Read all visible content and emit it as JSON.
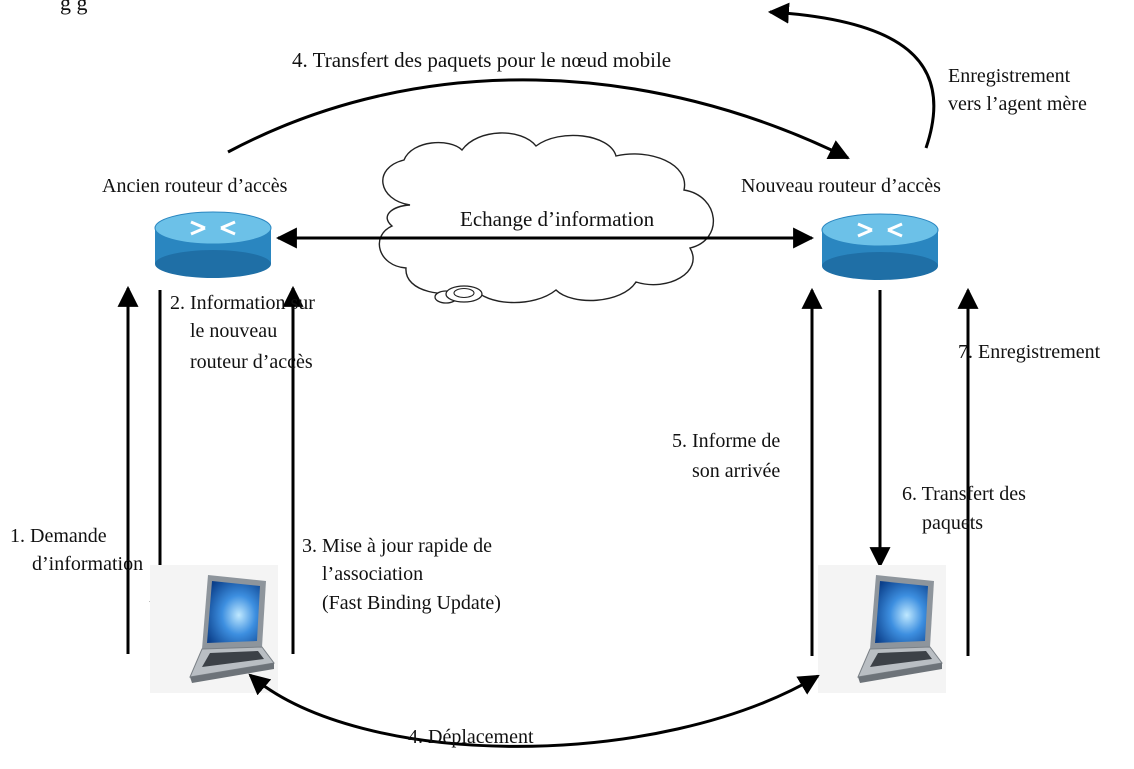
{
  "heading_fragment": "g            g",
  "labels": {
    "transfer_top": "4. Transfert des paquets pour le nœud mobile",
    "registration_home_line1": "Enregistrement",
    "registration_home_line2": "vers l’agent mère",
    "old_router": "Ancien routeur d’accès",
    "new_router": "Nouveau routeur d’accès",
    "exchange": "Echange d’information",
    "step2_line1": "2. Information sur",
    "step2_line2": "le nouveau",
    "step2_line3": "routeur d’accès",
    "step7": "7. Enregistrement",
    "step5_line1": "5. Informe de",
    "step5_line2": "son arrivée",
    "step6_line1": "6. Transfert des",
    "step6_line2": "paquets",
    "step1_line1": "1. Demande",
    "step1_line2": "d’information",
    "step3_line1": "3. Mise à jour rapide de",
    "step3_line2": "l’association",
    "step3_line3": "(Fast Binding Update)",
    "movement": "4. Déplacement"
  },
  "icons": {
    "router": "router-icon",
    "laptop": "laptop-icon",
    "cloud": "network-cloud-icon"
  },
  "colors": {
    "router_top": "#5fb3dc",
    "router_body": "#2a86c0",
    "arrow": "#000000",
    "cloud_stroke": "#222222",
    "laptop_screen": "#2f7fd0",
    "laptop_body": "#9aa0a6"
  }
}
